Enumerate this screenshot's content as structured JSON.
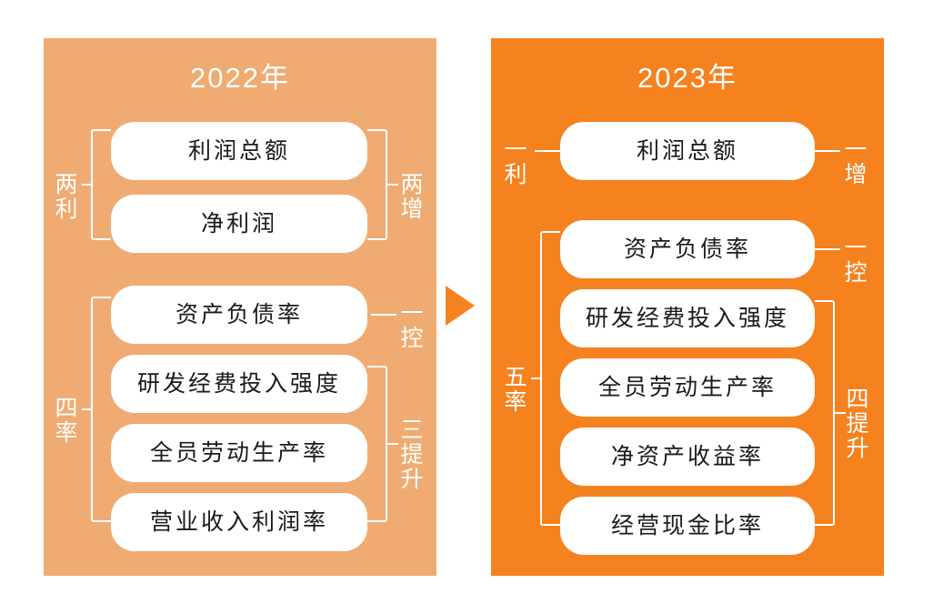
{
  "diagram": {
    "title_left": "2022年",
    "title_right": "2023年",
    "arrow": "arrow-right"
  },
  "panels": {
    "y2022": {
      "year": "2022年",
      "bg_color": "#efab72",
      "boxes": [
        {
          "id": "profit-total",
          "label": "利润总额"
        },
        {
          "id": "net-profit",
          "label": "净利润"
        },
        {
          "id": "debt-ratio",
          "label": "资产负债率"
        },
        {
          "id": "rnd-intensity",
          "label": "研发经费投入强度"
        },
        {
          "id": "labor-productivity",
          "label": "全员劳动生产率"
        },
        {
          "id": "revenue-profit-rate",
          "label": "营业收入利润率"
        }
      ],
      "left_markers": [
        {
          "id": "two-profits",
          "line1": "两",
          "line2": "利"
        },
        {
          "id": "four-rates",
          "line1": "四",
          "line2": "率"
        }
      ],
      "right_markers": [
        {
          "id": "two-increases",
          "line1": "两",
          "line2": "增"
        },
        {
          "id": "one-control",
          "line1": "一",
          "line2": "控"
        },
        {
          "id": "three-raises",
          "line1": "三",
          "line2": "提",
          "line3": "升"
        }
      ]
    },
    "y2023": {
      "year": "2023年",
      "bg_color": "#f5821f",
      "boxes": [
        {
          "id": "profit-total",
          "label": "利润总额"
        },
        {
          "id": "debt-ratio",
          "label": "资产负债率"
        },
        {
          "id": "rnd-intensity",
          "label": "研发经费投入强度"
        },
        {
          "id": "labor-productivity",
          "label": "全员劳动生产率"
        },
        {
          "id": "roe",
          "label": "净资产收益率"
        },
        {
          "id": "operating-cash",
          "label": "经营现金比率"
        }
      ],
      "left_markers": [
        {
          "id": "one-profit",
          "line1": "一",
          "line2": "利"
        },
        {
          "id": "five-rates",
          "line1": "五",
          "line2": "率"
        }
      ],
      "right_markers": [
        {
          "id": "one-increase",
          "line1": "一",
          "line2": "增"
        },
        {
          "id": "one-control",
          "line1": "一",
          "line2": "控"
        },
        {
          "id": "four-raises",
          "line1": "四",
          "line2": "提",
          "line3": "升"
        }
      ]
    }
  }
}
